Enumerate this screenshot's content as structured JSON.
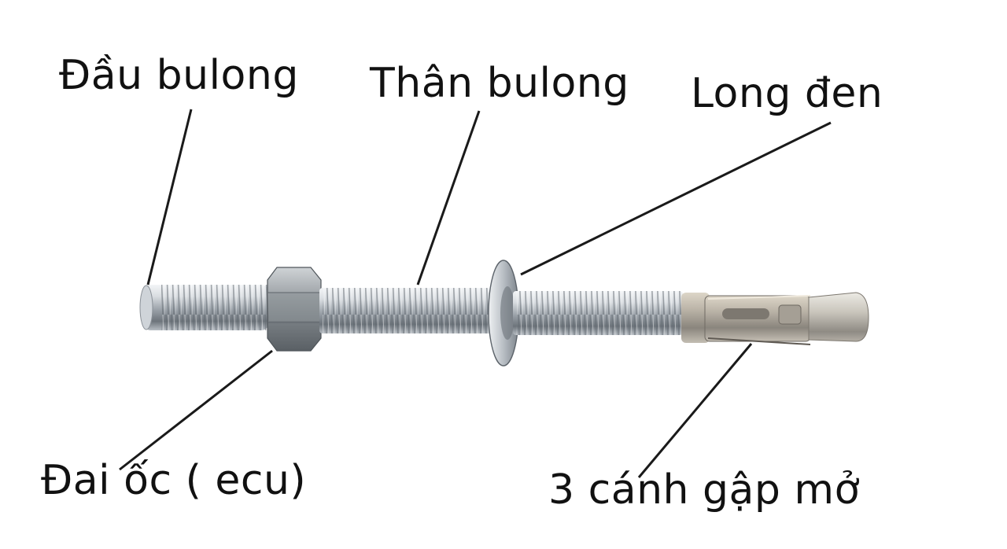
{
  "labels": {
    "head": "Đầu bulong",
    "shank": "Thân bulong",
    "washer": "Long đen",
    "nut": "Đai ốc ( ecu)",
    "wings": "3 cánh gập mở"
  },
  "colors": {
    "background": "#ffffff",
    "text": "#111111",
    "leader_line": "#1a1a1a",
    "steel_light": "#e4e8ec",
    "steel_mid": "#a7aeb5",
    "steel_dark": "#5f666d"
  }
}
